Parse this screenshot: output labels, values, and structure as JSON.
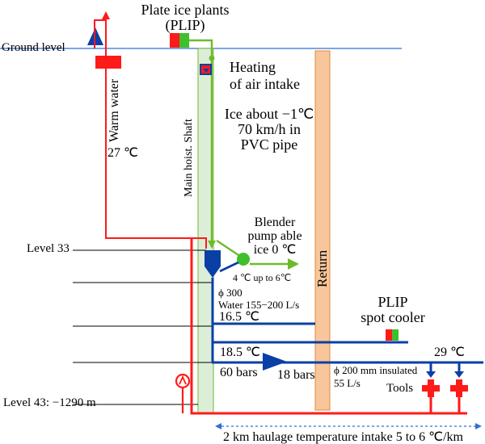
{
  "title_line1": "Plate ice plants",
  "title_line2": "(PLIP)",
  "ground_level": "Ground level",
  "heating_line1": "Heating",
  "heating_line2": "of air intake",
  "warm_water": "Warm water",
  "temp_27": "27 ℃",
  "main_shaft": "Main hoist. Shaft",
  "ice_line1": "Ice about −1℃",
  "ice_line2": "70 km/h in",
  "ice_line3": "PVC pipe",
  "level_33": "Level 33",
  "blender_line1": "Blender",
  "blender_line2": "pump able",
  "blender_line3": "ice 0 ℃",
  "temp_range": "4 ℃ up to 6℃",
  "pipe_300": "ϕ 300",
  "water_flow": "Water 155−200 L/s",
  "temp_16_5": "16.5 ℃",
  "return_label": "Return",
  "spot_line1": "PLIP",
  "spot_line2": "spot cooler",
  "temp_18_5": "18.5 ℃",
  "temp_29": "29 ℃",
  "bars_60": "60 bars",
  "bars_18": "18 bars",
  "pipe_200_line1": "ϕ 200 mm insulated",
  "pipe_200_line2": "55 L/s",
  "tools": "Tools",
  "level_43": "Level 43: −1290 m",
  "haulage": "2 km haulage temperature intake 5 to 6 ℃/km",
  "colors": {
    "hot": "#ff1a1a",
    "cold_blue": "#0a3fa6",
    "ice_green": "#6fba2c",
    "shaft_fill": "#ddeed8",
    "return_fill": "#f7c69a",
    "ground_line": "#2f6fd6"
  }
}
